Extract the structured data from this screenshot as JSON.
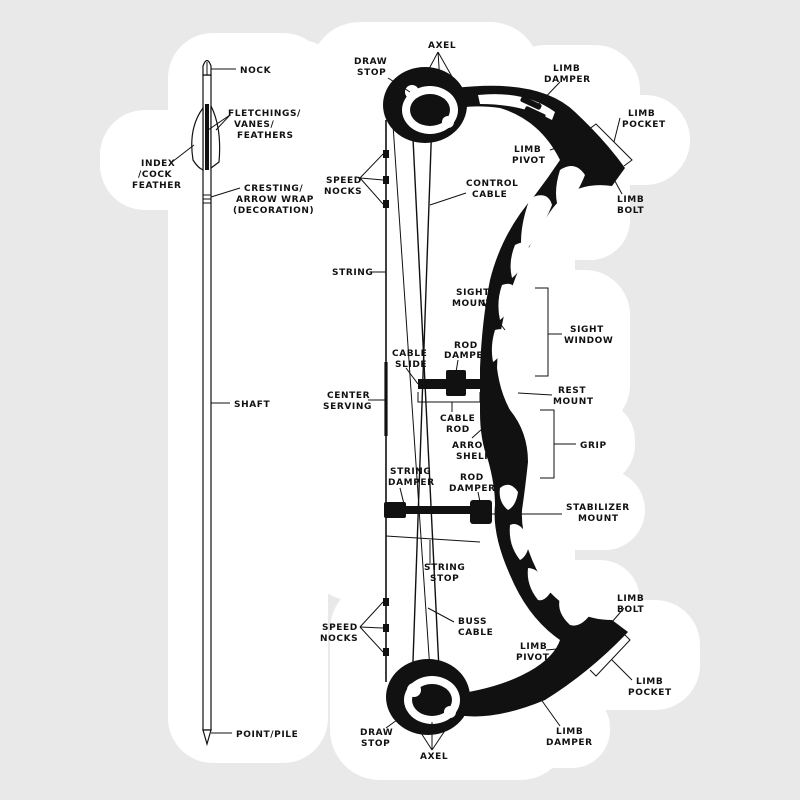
{
  "arrow_labels": {
    "nock": "NOCK",
    "fletchings": [
      "FLETCHINGS/",
      "VANES/",
      "FEATHERS"
    ],
    "index_feather": [
      "INDEX",
      "/COCK",
      "FEATHER"
    ],
    "cresting": [
      "CRESTING/",
      "ARROW WRAP",
      "(DECORATION)"
    ],
    "shaft": "SHAFT",
    "point": "POINT/PILE"
  },
  "bow_labels": {
    "axel_top": "AXEL",
    "draw_stop_top": [
      "DRAW",
      "STOP"
    ],
    "limb_damper_top": [
      "LIMB",
      "DAMPER"
    ],
    "limb_pocket_top": [
      "LIMB",
      "POCKET"
    ],
    "limb_pivot_top": [
      "LIMB",
      "PIVOT"
    ],
    "limb_bolt_top": [
      "LIMB",
      "BOLT"
    ],
    "speed_nocks_top": [
      "SPEED",
      "NOCKS"
    ],
    "control_cable": [
      "CONTROL",
      "CABLE"
    ],
    "string": "STRING",
    "sight_mounts": [
      "SIGHT",
      "MOUNTS"
    ],
    "sight_window": [
      "SIGHT",
      "WINDOW"
    ],
    "cable_slide": [
      "CABLE",
      "SLIDE"
    ],
    "rod_damper_top": [
      "ROD",
      "DAMPER"
    ],
    "rest_mount": [
      "REST",
      "MOUNT"
    ],
    "center_serving": [
      "CENTER",
      "SERVING"
    ],
    "cable_rod": [
      "CABLE",
      "ROD"
    ],
    "arrow_shelf": [
      "ARROW",
      "SHELF"
    ],
    "grip": "GRIP",
    "string_damper": [
      "STRING",
      "DAMPER"
    ],
    "rod_damper_bottom": [
      "ROD",
      "DAMPER"
    ],
    "stabilizer_mount": [
      "STABILIZER",
      "MOUNT"
    ],
    "string_stop": [
      "STRING",
      "STOP"
    ],
    "speed_nocks_bottom": [
      "SPEED",
      "NOCKS"
    ],
    "buss_cable": [
      "BUSS",
      "CABLE"
    ],
    "limb_bolt_bottom": [
      "LIMB",
      "BOLT"
    ],
    "limb_pivot_bottom": [
      "LIMB",
      "PIVOT"
    ],
    "limb_pocket_bottom": [
      "LIMB",
      "POCKET"
    ],
    "draw_stop_bottom": [
      "DRAW",
      "STOP"
    ],
    "axel_bottom": "AXEL",
    "limb_damper_bottom": [
      "LIMB",
      "DAMPER"
    ]
  },
  "colors": {
    "background": "#e9e9e9",
    "sticker": "#ffffff",
    "ink": "#111111"
  }
}
